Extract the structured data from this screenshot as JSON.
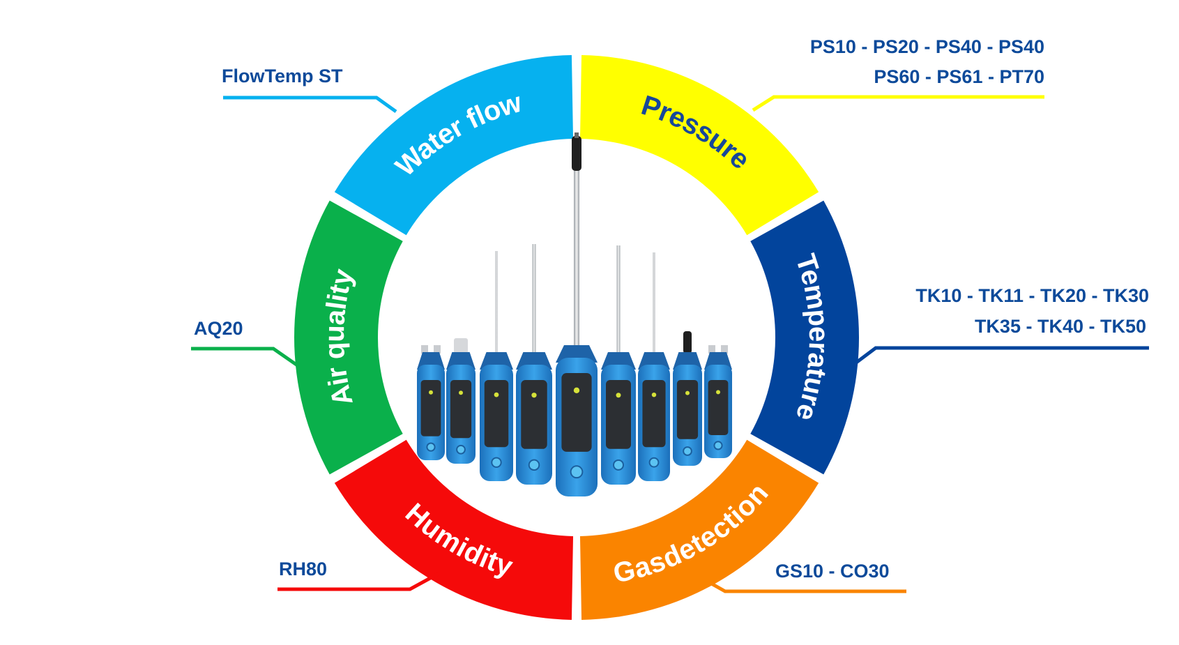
{
  "segments": [
    {
      "id": "water-flow",
      "label": "Water flow",
      "color": "#06b1ef",
      "text_color": "#ffffff",
      "models": [
        "FlowTemp ST"
      ]
    },
    {
      "id": "pressure",
      "label": "Pressure",
      "color": "#ffff00",
      "text_color": "#17479a",
      "models": [
        "PS10 - PS20 - PS40 - PS40",
        "PS60 - PS61 - PT70"
      ]
    },
    {
      "id": "temperature",
      "label": "Temperature",
      "color": "#02449c",
      "text_color": "#ffffff",
      "models": [
        "TK10 - TK11 - TK20 - TK30",
        "TK35 - TK40 - TK50"
      ]
    },
    {
      "id": "gasdetection",
      "label": "Gasdetection",
      "color": "#fa8400",
      "text_color": "#ffffff",
      "models": [
        "GS10 - CO30"
      ]
    },
    {
      "id": "humidity",
      "label": "Humidity",
      "color": "#f50a0a",
      "text_color": "#ffffff",
      "models": [
        "RH80"
      ]
    },
    {
      "id": "air-quality",
      "label": "Air quality",
      "color": "#0ab04b",
      "text_color": "#ffffff",
      "models": [
        "AQ20"
      ]
    }
  ],
  "devices": {
    "body_color": "#2a8ed8",
    "count": 9
  }
}
